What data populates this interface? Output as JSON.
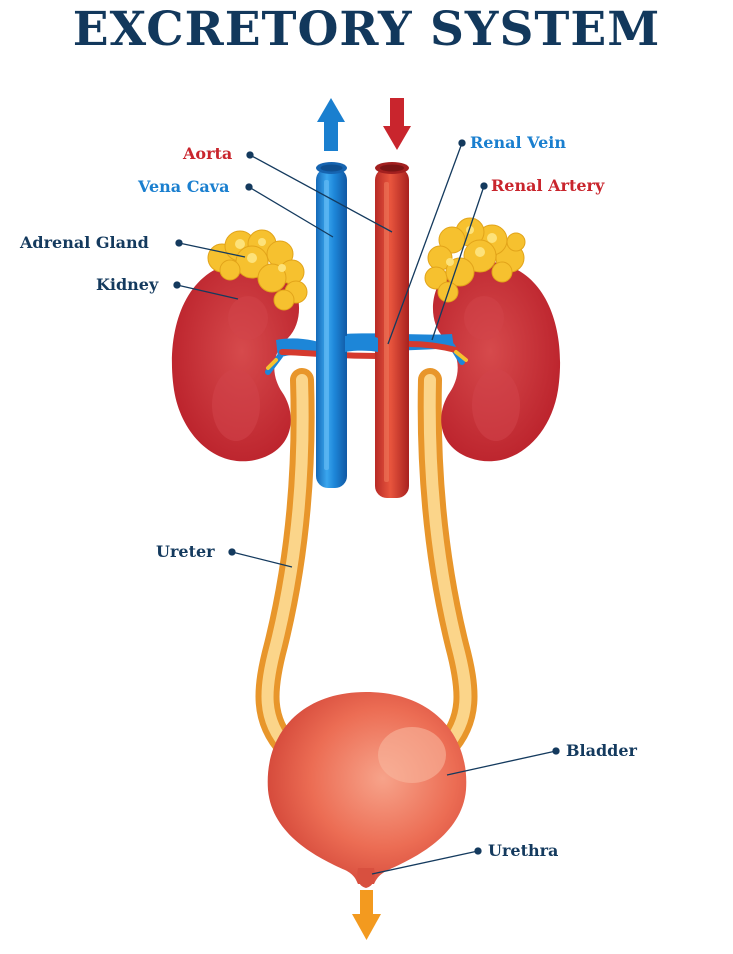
{
  "title": "EXCRETORY SYSTEM",
  "labels": {
    "aorta": "Aorta",
    "vena_cava": "Vena Cava",
    "adrenal_gland": "Adrenal Gland",
    "kidney": "Kidney",
    "renal_vein": "Renal Vein",
    "renal_artery": "Renal Artery",
    "ureter": "Ureter",
    "bladder": "Bladder",
    "urethra": "Urethra"
  },
  "colors": {
    "title": "#12385c",
    "label_default": "#143a5e",
    "artery_red": "#c9252d",
    "vein_blue": "#1a7fcf",
    "kidney": "#c0232b",
    "adrenal": "#f7c53a",
    "ureter": "#f6b64a",
    "bladder": "#e9644e",
    "urine_arrow": "#f39a1f"
  }
}
